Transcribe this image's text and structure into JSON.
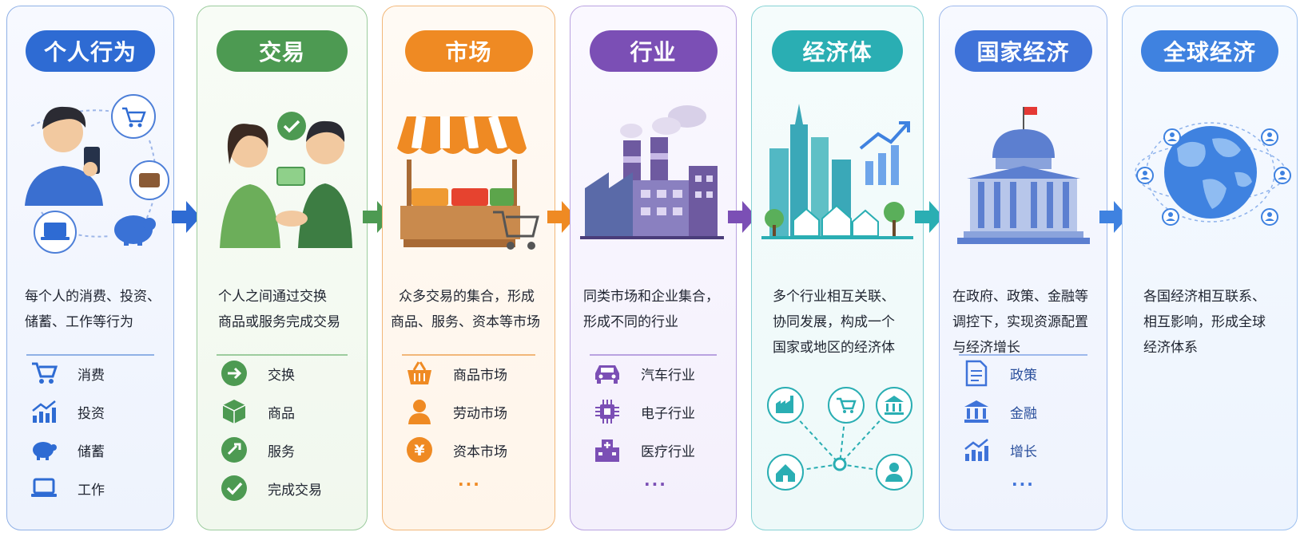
{
  "colors": {
    "blue": "#2e6bd3",
    "green": "#4d9a52",
    "orange": "#ef8a23",
    "purple": "#7b4fb5",
    "teal": "#2aaeb3",
    "indigo": "#3f73d9",
    "sky": "#3f82e0"
  },
  "stages": [
    {
      "title": "个人行为",
      "illustration": "person-with-phone-cart-wallet-piggybank-laptop",
      "desc_lines": [
        "每个人的消费、投资、",
        "储蓄、工作等行为"
      ],
      "items": [
        {
          "icon": "cart-icon",
          "label": "消费"
        },
        {
          "icon": "chart-up-icon",
          "label": "投资"
        },
        {
          "icon": "piggy-bank-icon",
          "label": "储蓄"
        },
        {
          "icon": "laptop-icon",
          "label": "工作"
        }
      ]
    },
    {
      "title": "交易",
      "illustration": "two-people-handshake-money",
      "desc_lines": [
        "个人之间通过交换",
        "商品或服务完成交易"
      ],
      "items": [
        {
          "icon": "arrow-right-icon",
          "label": "交换"
        },
        {
          "icon": "box-icon",
          "label": "商品"
        },
        {
          "icon": "service-icon",
          "label": "服务"
        },
        {
          "icon": "check-icon",
          "label": "完成交易"
        }
      ]
    },
    {
      "title": "市场",
      "illustration": "market-stall-with-cart",
      "desc_lines": [
        "众多交易的集合，形成",
        "商品、服务、资本等市场"
      ],
      "items": [
        {
          "icon": "basket-icon",
          "label": "商品市场"
        },
        {
          "icon": "worker-icon",
          "label": "劳动市场"
        },
        {
          "icon": "yen-icon",
          "label": "资本市场"
        }
      ],
      "more": "..."
    },
    {
      "title": "行业",
      "illustration": "factory-with-chimneys",
      "desc_lines": [
        "同类市场和企业集合，",
        "形成不同的行业"
      ],
      "items": [
        {
          "icon": "car-icon",
          "label": "汽车行业"
        },
        {
          "icon": "chip-icon",
          "label": "电子行业"
        },
        {
          "icon": "hospital-icon",
          "label": "医疗行业"
        }
      ],
      "more": "..."
    },
    {
      "title": "经济体",
      "illustration": "city-skyline-with-growth-chart",
      "desc_lines": [
        "多个行业相互关联、",
        "协同发展，构成一个",
        "国家或地区的经济体"
      ],
      "network_icons": [
        "factory-icon",
        "cart-icon",
        "bank-icon",
        "house-icon",
        "person-icon"
      ]
    },
    {
      "title": "国家经济",
      "illustration": "government-capitol-building",
      "desc_lines": [
        "在政府、政策、金融等",
        "调控下，实现资源配置",
        "与经济增长"
      ],
      "items": [
        {
          "icon": "document-icon",
          "label": "政策"
        },
        {
          "icon": "bank-icon",
          "label": "金融"
        },
        {
          "icon": "chart-up-icon",
          "label": "增长"
        }
      ],
      "more": "..."
    },
    {
      "title": "全球经济",
      "illustration": "globe-with-connected-people",
      "desc_lines": [
        "各国经济相互联系、",
        "相互影响，形成全球",
        "经济体系"
      ]
    }
  ]
}
